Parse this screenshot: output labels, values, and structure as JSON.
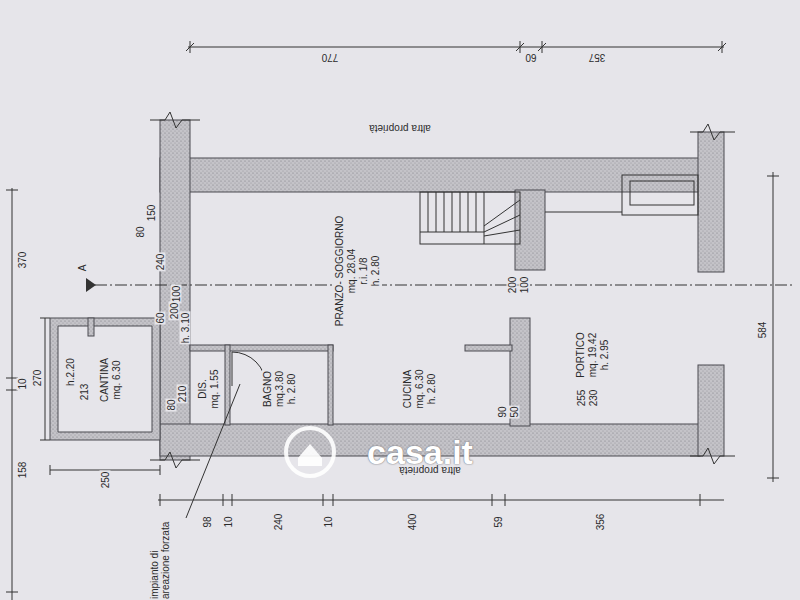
{
  "diagram": {
    "nodes": [
      {
        "text": [
          "CANTINA",
          "mq. 6.30"
        ]
      },
      {
        "text": [
          "DIS.",
          "mq. 1.55"
        ]
      },
      {
        "text": [
          "BAGNO",
          "mq.3.80",
          "h. 2.80"
        ]
      },
      {
        "text": [
          "PRANZO- SOGGIORNO",
          "mq. 28.04",
          "r.i. 1/8",
          "h. 2.80"
        ]
      },
      {
        "text": [
          "CUCINA",
          "mq. 6.30",
          "h. 2.80"
        ]
      },
      {
        "text": [
          "PORTICO",
          "mq. 19.42",
          "h. 2.95"
        ]
      }
    ],
    "labels": [
      "altra proprietà",
      "770",
      "60",
      "357",
      "158",
      "10",
      "370",
      "A",
      "80",
      "150",
      "240",
      "100",
      "60",
      "200",
      "h. 3.10",
      "270",
      "h.2.20",
      "213",
      "80",
      "210",
      "200",
      "100",
      "90",
      "50",
      "255",
      "230",
      "250",
      "98",
      "10",
      "240",
      "10",
      "400",
      "59",
      "356",
      "584",
      "altra proprietà",
      "impianto di areazione forzata",
      "casa.it"
    ]
  }
}
